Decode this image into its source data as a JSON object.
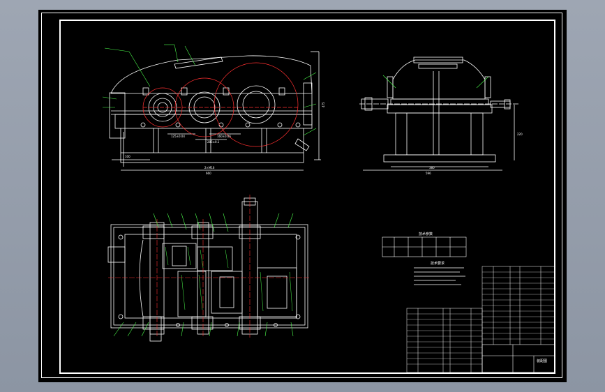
{
  "canvas": {
    "background": "#000000",
    "app_background": "#9ea6b3"
  },
  "colors": {
    "line": "#ffffff",
    "hidden_line": "#ff3030",
    "leader": "#4cff4c",
    "dim": "#ffffff"
  },
  "views": {
    "front": {
      "name": "front-elevation"
    },
    "side": {
      "name": "side-elevation"
    },
    "plan": {
      "name": "plan-section"
    }
  },
  "tables": {
    "params_title": "技术参数",
    "notes_title": "技术要求",
    "title_block_sheet": "装配图"
  }
}
